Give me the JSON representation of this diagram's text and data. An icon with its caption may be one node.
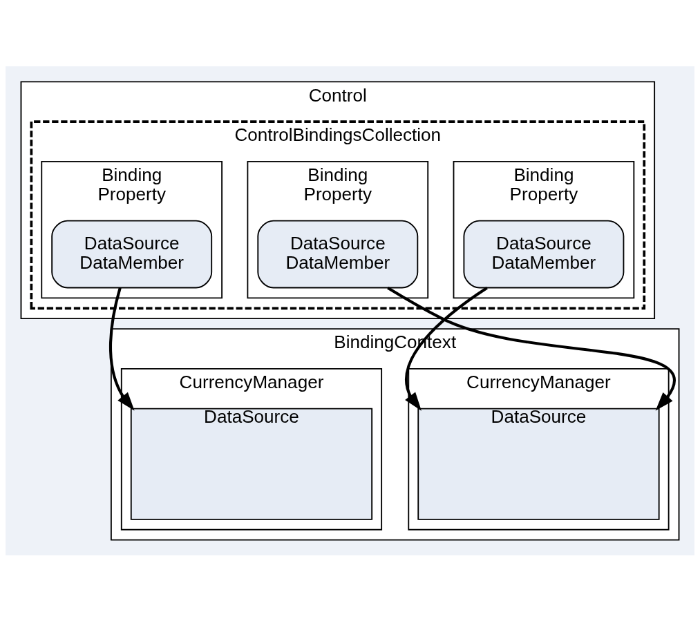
{
  "diagram": {
    "nodes": [
      {
        "text": [
          "Control"
        ]
      },
      {
        "text": [
          "ControlBindingsCollection"
        ],
        "in": 0
      },
      {
        "text": [
          "Binding",
          "Property"
        ],
        "in": 1
      },
      {
        "text": [
          "DataSource",
          "DataMember"
        ],
        "in": 2
      },
      {
        "text": [
          "Binding",
          "Property"
        ],
        "in": 1
      },
      {
        "text": [
          "DataSource",
          "DataMember"
        ],
        "in": 4
      },
      {
        "text": [
          "Binding",
          "Property"
        ],
        "in": 1
      },
      {
        "text": [
          "DataSource",
          "DataMember"
        ],
        "in": 6
      },
      {
        "text": [
          "BindingContext"
        ]
      },
      {
        "text": [
          "CurrencyManager"
        ],
        "in": 8
      },
      {
        "text": [
          "DataSource"
        ],
        "in": 9
      },
      {
        "text": [
          "CurrencyManager"
        ],
        "in": 8
      },
      {
        "text": [
          "DataSource"
        ],
        "in": 11
      }
    ],
    "edges": [
      {
        "from": 3,
        "to": 10,
        "arrow": "to"
      },
      {
        "from": 5,
        "to": 10,
        "arrow": "to"
      },
      {
        "from": 7,
        "to": 12,
        "arrow": "to"
      }
    ]
  }
}
